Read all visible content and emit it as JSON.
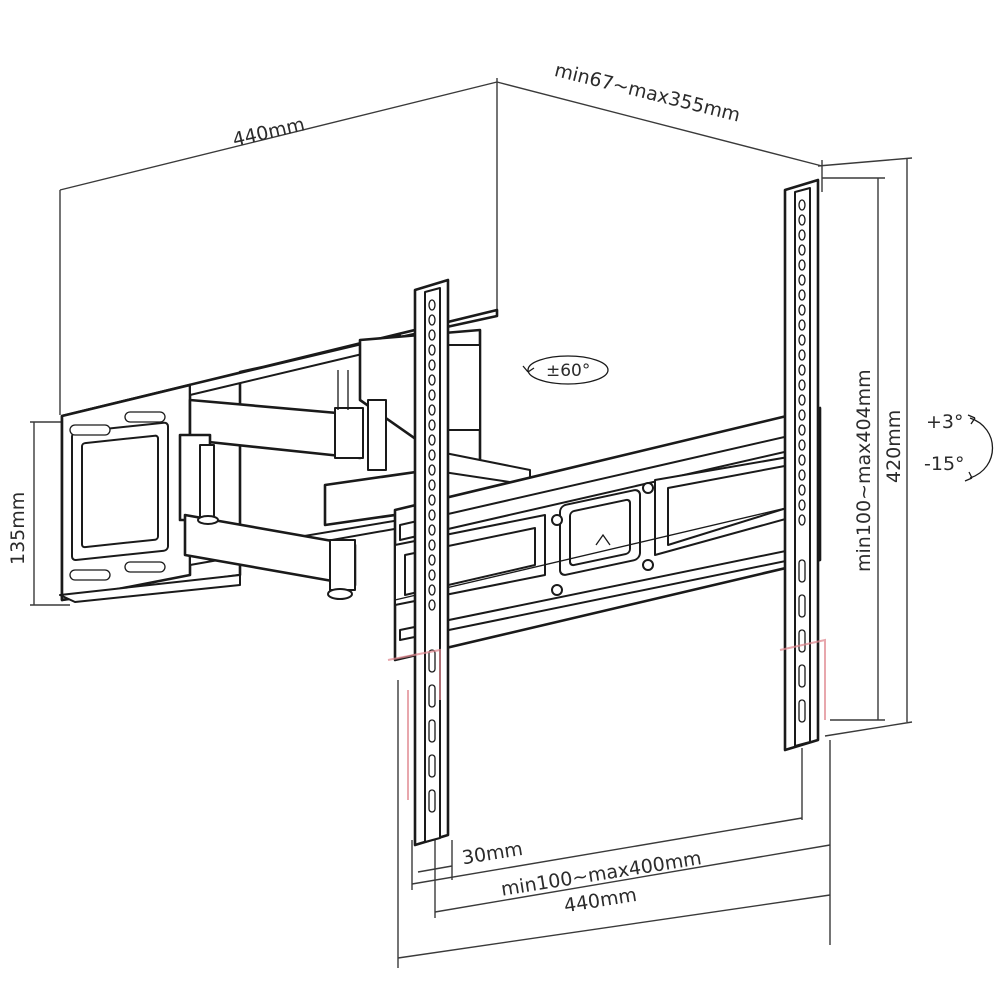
{
  "diagram": {
    "dimensions": {
      "wall_plate_width": "440mm",
      "arm_extension": "min67~max355mm",
      "wall_plate_height": "135mm",
      "vesa_vertical": "min100~max404mm",
      "bracket_height": "420mm",
      "hole_spacing": "30mm",
      "vesa_horizontal": "min100~max400mm",
      "plate_width_bottom": "440mm"
    },
    "swivel": "±60°",
    "tilt_up": "+3°",
    "tilt_down": "-15°",
    "colors": {
      "line": "#1a1a1a",
      "dimension": "#3a3a3a",
      "accent_red": "#e08a92"
    }
  }
}
